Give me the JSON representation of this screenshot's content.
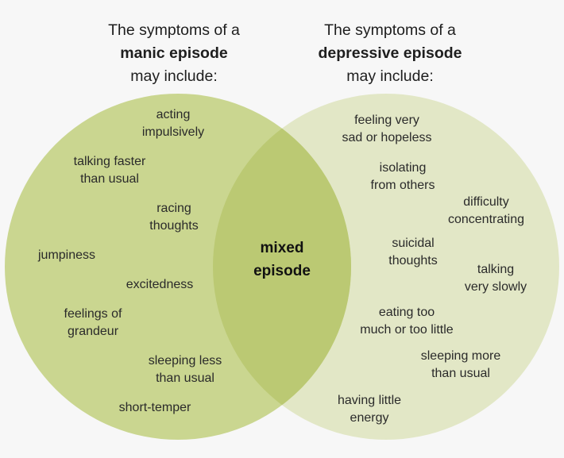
{
  "colors": {
    "background": "#f7f7f7",
    "manic_circle": "#cad690",
    "depressive_circle": "#e2e7c6",
    "overlap": "#bbc973"
  },
  "left_heading": {
    "line1": "The symptoms of a",
    "line2": "manic episode",
    "line3": "may include:"
  },
  "right_heading": {
    "line1": "The symptoms of a",
    "line2": "depressive episode",
    "line3": "may include:"
  },
  "overlap_label": {
    "line1": "mixed",
    "line2": "episode"
  },
  "manic_symptoms": [
    {
      "line1": "acting",
      "line2": "impulsively"
    },
    {
      "line1": "talking faster",
      "line2": "than usual"
    },
    {
      "line1": "racing",
      "line2": "thoughts"
    },
    {
      "line1": "jumpiness",
      "line2": ""
    },
    {
      "line1": "excitedness",
      "line2": ""
    },
    {
      "line1": "feelings of",
      "line2": "grandeur"
    },
    {
      "line1": "sleeping less",
      "line2": "than usual"
    },
    {
      "line1": "short-temper",
      "line2": ""
    }
  ],
  "depressive_symptoms": [
    {
      "line1": "feeling very",
      "line2": "sad or hopeless"
    },
    {
      "line1": "isolating",
      "line2": "from others"
    },
    {
      "line1": "difficulty",
      "line2": "concentrating"
    },
    {
      "line1": "suicidal",
      "line2": "thoughts"
    },
    {
      "line1": "talking",
      "line2": "very slowly"
    },
    {
      "line1": "eating too",
      "line2": "much or too little"
    },
    {
      "line1": "sleeping more",
      "line2": "than usual"
    },
    {
      "line1": "having little",
      "line2": "energy"
    }
  ]
}
